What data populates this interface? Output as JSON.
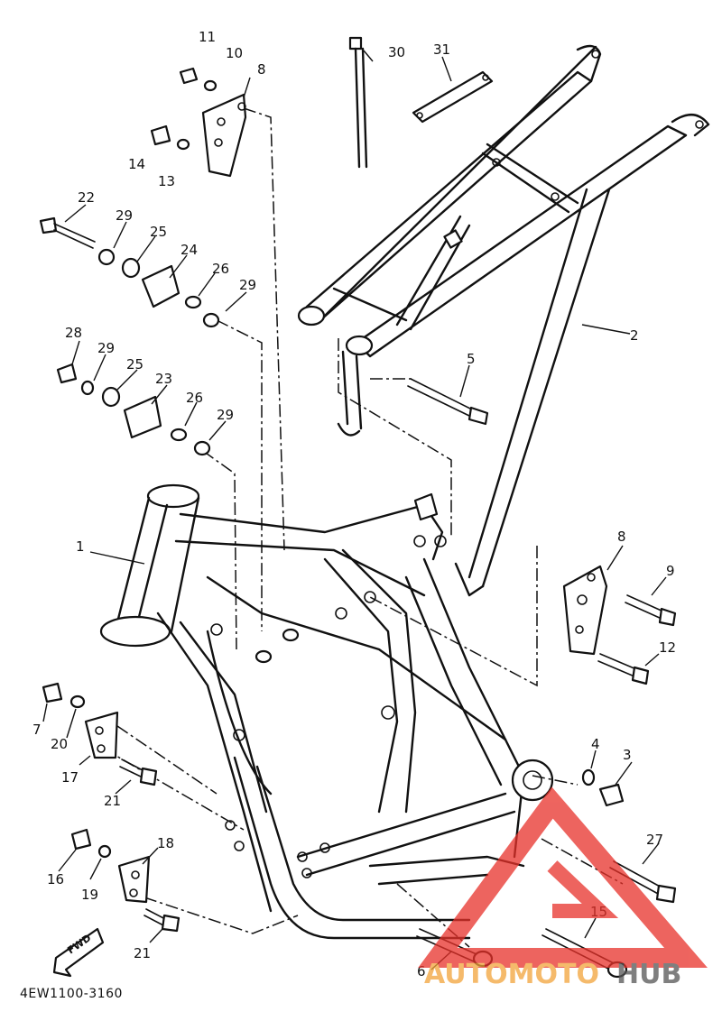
{
  "diagram": {
    "code": "4EW1100-3160",
    "fwd_label": "FWD",
    "callouts": {
      "c1": "1",
      "c2": "2",
      "c3": "3",
      "c4": "4",
      "c5": "5",
      "c6": "6",
      "c7": "7",
      "c8a": "8",
      "c8b": "8",
      "c9": "9",
      "c10": "10",
      "c11": "11",
      "c12": "12",
      "c13": "13",
      "c14": "14",
      "c15": "15",
      "c16": "16",
      "c17": "17",
      "c18": "18",
      "c19": "19",
      "c20": "20",
      "c21a": "21",
      "c21b": "21",
      "c22": "22",
      "c23": "23",
      "c24": "24",
      "c25a": "25",
      "c25b": "25",
      "c26a": "26",
      "c26b": "26",
      "c27": "27",
      "c28": "28",
      "c29a": "29",
      "c29b": "29",
      "c29c": "29",
      "c29d": "29",
      "c30": "30",
      "c31": "31"
    }
  },
  "watermark": {
    "brand_a": "AUTOMOTO",
    "brand_b": "HUB",
    "color_a": "#f2a33a",
    "color_b": "#555555",
    "logo_color": "#e8312a"
  }
}
